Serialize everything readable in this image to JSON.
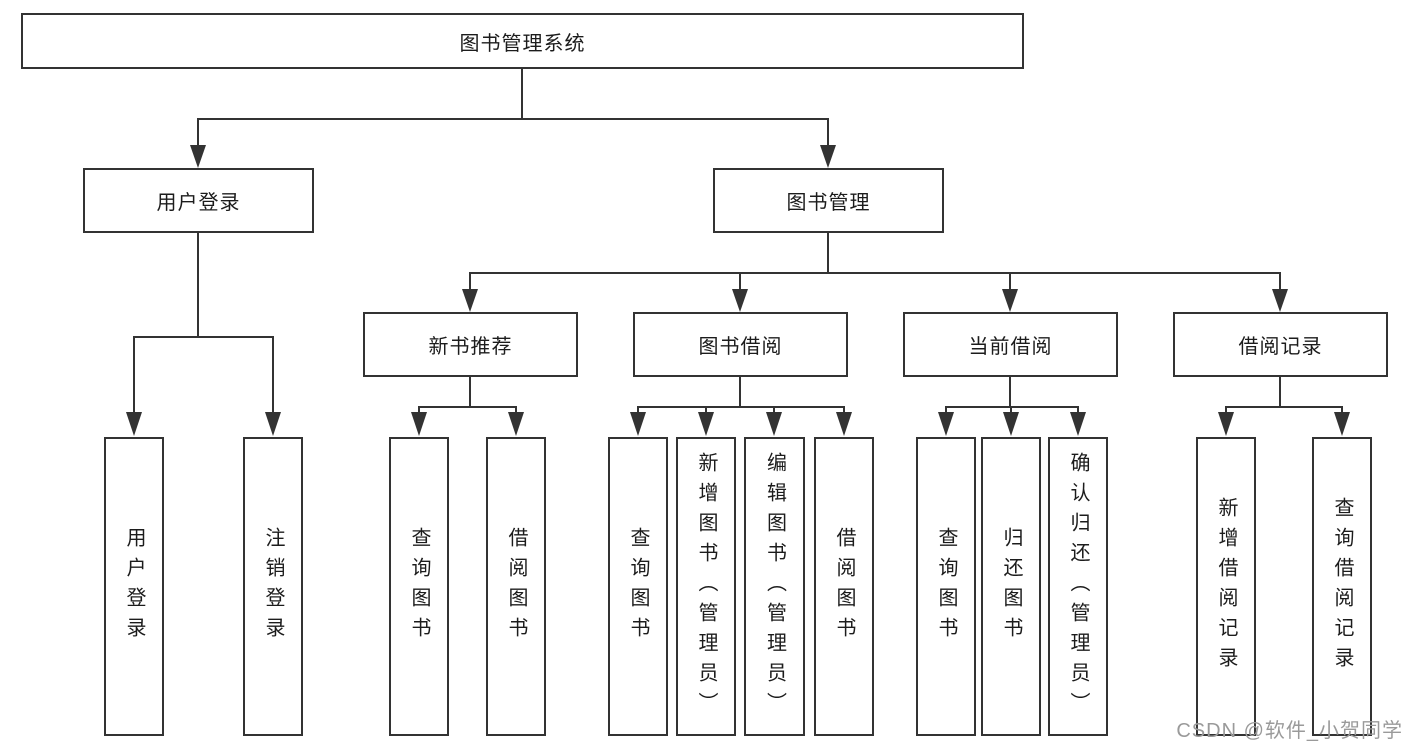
{
  "colors": {
    "line": "#333333",
    "text": "#1c1c1c",
    "watermark": "#9a9a9a",
    "background": "#ffffff"
  },
  "root": {
    "label": "图书管理系统"
  },
  "level2": [
    {
      "label": "用户登录"
    },
    {
      "label": "图书管理"
    }
  ],
  "level3": [
    {
      "label": "新书推荐"
    },
    {
      "label": "图书借阅"
    },
    {
      "label": "当前借阅"
    },
    {
      "label": "借阅记录"
    }
  ],
  "leaves": [
    {
      "label": "用户登录"
    },
    {
      "label": "注销登录"
    },
    {
      "label": "查询图书"
    },
    {
      "label": "借阅图书"
    },
    {
      "label": "查询图书"
    },
    {
      "label": "新增图书（管理员）"
    },
    {
      "label": "编辑图书（管理员）"
    },
    {
      "label": "借阅图书"
    },
    {
      "label": "查询图书"
    },
    {
      "label": "归还图书"
    },
    {
      "label": "确认归还（管理员）"
    },
    {
      "label": "新增借阅记录"
    },
    {
      "label": "查询借阅记录"
    }
  ],
  "watermark": {
    "text": "CSDN @软件_小贺同学"
  }
}
